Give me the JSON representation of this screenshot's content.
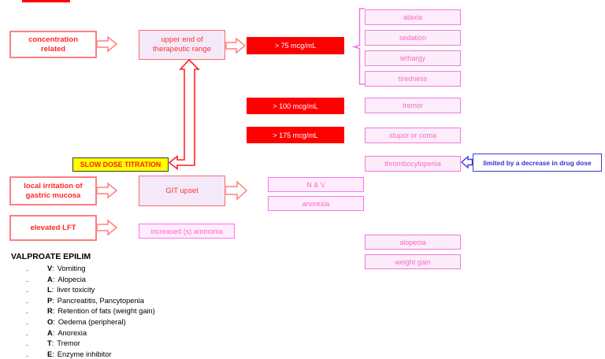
{
  "colors": {
    "red_solid": "#fe0000",
    "red_text": "#ff2626",
    "salmon_border": "#ff7f7f",
    "lavender_fill": "#f3e9f8",
    "pink_border": "#f277e3",
    "pink_fill": "#fdecf9",
    "pink_text": "#f26ec6",
    "magenta_border": "#ff70f3",
    "magenta_text": "#ff64d5",
    "blue": "#3b3bd1",
    "yellow_fill": "#ffff00"
  },
  "flow": {
    "concentration_related": {
      "line1": "concentration",
      "line2": "related"
    },
    "upper_end": {
      "line1": "upper end of",
      "line2": "therapeutic range"
    },
    "level_75": "> 75 mcg/mL",
    "level_100": "> 100 mcg/mL",
    "level_175": "> 175 mcg/mL",
    "cns_effects": [
      "ataxia",
      "sedation",
      "lethargy",
      "tiredness"
    ],
    "tremor": "tremor",
    "stupor_or_coma": "stupor or coma",
    "thrombocytopenia": "thrombocytopenia",
    "limited_note": "limited by a decrease in drug dose",
    "slow_dose_titration": "SLOW DOSE TITRATION",
    "local_irritation": {
      "line1": "local irritation of",
      "line2": "gastric mucosa"
    },
    "git_upset": "GIT upset",
    "n_and_v": "N & V",
    "anorexia": "anorexia",
    "elevated_lft": "elevated LFT",
    "increased_ammonia": "increased (s) ammonia",
    "alopecia": "alopecia",
    "weight_gain": "weight gain"
  },
  "mnemonic": {
    "title": "VALPROATE EPILIM",
    "bullet": ".",
    "separator": ":",
    "items": [
      {
        "letter": "V",
        "text": "Vomiting"
      },
      {
        "letter": "A",
        "text": "Alopecia"
      },
      {
        "letter": "L",
        "text": "liver toxicity"
      },
      {
        "letter": "P",
        "text": "Pancreatitis, Pancytopenia"
      },
      {
        "letter": "R",
        "text": "Retention of fats (weight gain)"
      },
      {
        "letter": "O",
        "text": "Oedema (peripheral)"
      },
      {
        "letter": "A",
        "text": "Anorexia"
      },
      {
        "letter": "T",
        "text": "Tremor"
      },
      {
        "letter": "E",
        "text": "Enzyme inhibitor"
      }
    ]
  }
}
